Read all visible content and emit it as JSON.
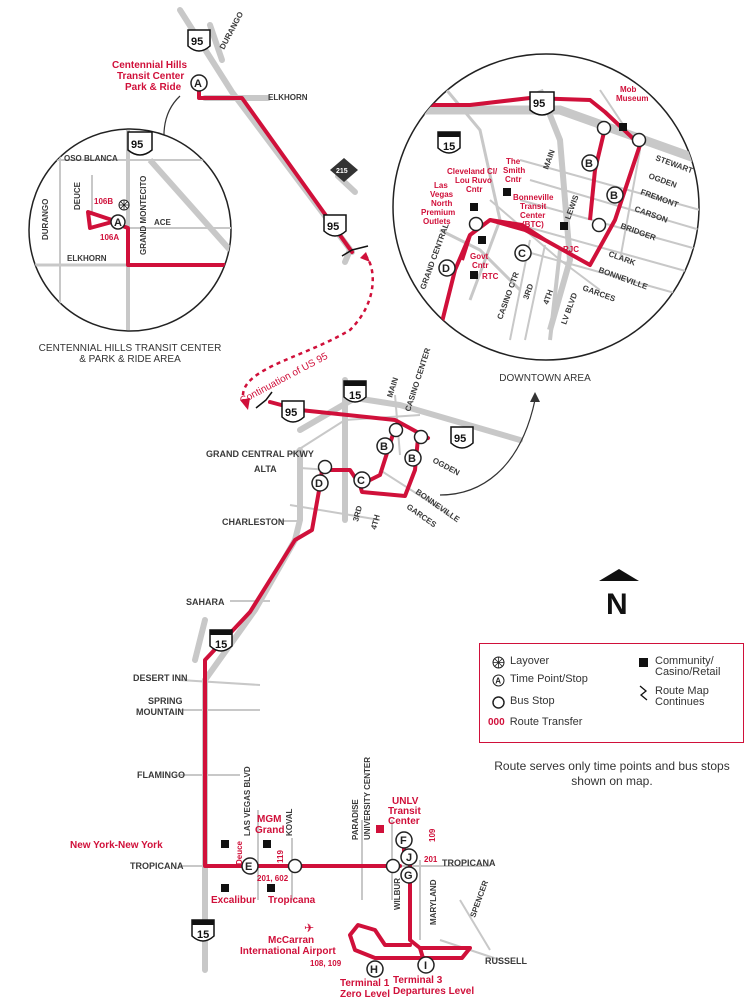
{
  "inset_centennial": {
    "caption_line1": "CENTENNIAL HILLS TRANSIT CENTER",
    "caption_line2": "& PARK & RIDE AREA",
    "streets": [
      "OSO BLANCA",
      "DEUCE",
      "DURANGO",
      "GRAND MONTECITO",
      "ACE",
      "ELKHORN"
    ],
    "transfers": [
      "106B",
      "106A"
    ],
    "shield": "95"
  },
  "inset_downtown": {
    "caption": "DOWNTOWN AREA",
    "streets": [
      "MAIN",
      "STEWART",
      "OGDEN",
      "FREMONT",
      "CARSON",
      "BRIDGER",
      "LEWIS",
      "CLARK",
      "BONNEVILLE",
      "GARCES",
      "GRAND CENTRAL",
      "CASINO CTR",
      "3RD",
      "4TH",
      "LV BLVD"
    ],
    "places": {
      "mob_museum": "Mob\nMuseum",
      "lv_premium": "Las\nVegas\nNorth\nPremium\nOutlets",
      "cleveland": "Cleveland Cl/\nLou Ruvo\nCntr",
      "smith": "The\nSmith\nCntr",
      "bonneville": "Bonneville\nTransit\nCenter\n(BTC)",
      "govt": "Govt\nCntr",
      "rtc": "RTC",
      "rjc": "RJC"
    },
    "shields": {
      "us": "95",
      "interstate": "15"
    }
  },
  "main_map": {
    "centennial_label": "Centennial Hills\nTransit Center\nPark & Ride",
    "continuation": "Continuation of US 95",
    "streets": {
      "durango": "DURANGO",
      "elkhorn": "ELKHORN",
      "main": "MAIN",
      "casino_center": "CASINO CENTER",
      "grand_central": "GRAND CENTRAL PKWY",
      "alta": "ALTA",
      "ogden": "OGDEN",
      "bonneville": "BONNEVILLE",
      "garces": "GARCES",
      "third": "3RD",
      "fourth": "4TH",
      "charleston": "CHARLESTON",
      "sahara": "SAHARA",
      "desert_inn": "DESERT INN",
      "spring_mountain": "SPRING\nMOUNTAIN",
      "flamingo": "FLAMINGO",
      "tropicana_w": "TROPICANA",
      "tropicana_e": "TROPICANA",
      "lv_blvd": "LAS VEGAS BLVD",
      "koval": "KOVAL",
      "paradise": "PARADISE",
      "university_center": "UNIVERSITY CENTER",
      "wilbur": "WILBUR",
      "maryland": "MARYLAND",
      "spencer": "SPENCER",
      "russell": "RUSSELL"
    },
    "places": {
      "nyny": "New York-New York",
      "mgm": "MGM\nGrand",
      "excalibur": "Excalibur",
      "tropicana": "Tropicana",
      "unlv": "UNLV\nTransit\nCenter",
      "mccarran": "McCarran\nInternational Airport",
      "t1": "Terminal 1\nZero Level",
      "t3": "Terminal 3\nDepartures Level",
      "deuce": "Deuce"
    },
    "transfers": {
      "t119": "119",
      "t201_602": "201, 602",
      "t109": "109",
      "t201": "201",
      "t108_109": "108, 109"
    },
    "stops": [
      "A",
      "B",
      "C",
      "D",
      "E",
      "F",
      "G",
      "H",
      "I",
      "J"
    ],
    "shields": {
      "us95": "95",
      "i15": "15",
      "cc215": "215"
    }
  },
  "legend": {
    "layover": "Layover",
    "time_point": "Time Point/Stop",
    "bus_stop": "Bus Stop",
    "route_transfer": "Route Transfer",
    "transfer_symbol": "000",
    "community": "Community/\nCasino/Retail",
    "continues": "Route Map\nContinues",
    "time_point_letter": "A"
  },
  "note": "Route serves only time points and bus stops shown on map.",
  "north": "N",
  "colors": {
    "route": "#d0103a",
    "road": "#c8c8c8",
    "text": "#333333"
  }
}
